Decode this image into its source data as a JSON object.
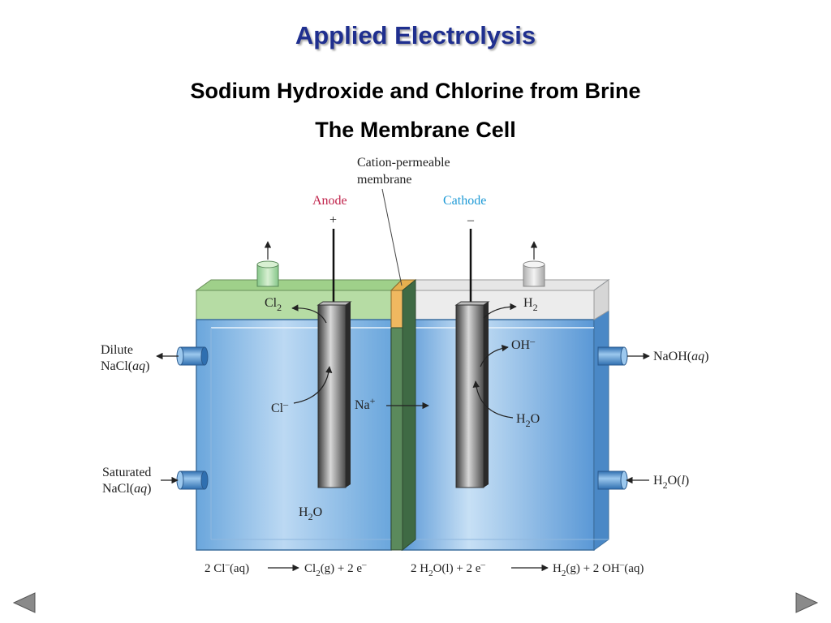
{
  "title": "Applied Electrolysis",
  "subtitle_1": "Sodium Hydroxide and Chlorine from Brine",
  "subtitle_2": "The Membrane Cell",
  "diagram": {
    "membrane_label_1": "Cation-permeable",
    "membrane_label_2": "membrane",
    "anode_label": "Anode",
    "cathode_label": "Cathode",
    "anode_sign": "+",
    "cathode_sign": "–",
    "cl2": "Cl",
    "cl2_sub": "2",
    "h2": "H",
    "h2_sub": "2",
    "oh": "OH",
    "oh_sup": "–",
    "cl_ion": "Cl",
    "cl_ion_sup": "–",
    "na_ion": "Na",
    "na_ion_sup": "+",
    "h2o_cathode": "H",
    "h2o_cathode_sub": "2",
    "h2o_cathode_end": "O",
    "h2o_anode": "H",
    "h2o_anode_sub": "2",
    "h2o_anode_end": "O",
    "dilute_1": "Dilute",
    "dilute_2": "NaCl(",
    "dilute_aq": "aq",
    "dilute_end": ")",
    "saturated_1": "Saturated",
    "saturated_2": "NaCl(",
    "saturated_aq": "aq",
    "saturated_end": ")",
    "naoh": "NaOH(",
    "naoh_aq": "aq",
    "naoh_end": ")",
    "h2o_in": "H",
    "h2o_in_sub": "2",
    "h2o_in_mid": "O(",
    "h2o_in_l": "l",
    "h2o_in_end": ")",
    "eq_anode_left": "2 Cl",
    "eq_anode_left_sup": "–",
    "eq_anode_left_aq": "(aq)",
    "eq_anode_right": "Cl",
    "eq_anode_right_sub": "2",
    "eq_anode_right_rest": "(g) + 2 e",
    "eq_anode_right_sup": "–",
    "eq_cathode_left": "2 H",
    "eq_cathode_left_sub": "2",
    "eq_cathode_left_rest": "O(l) + 2 e",
    "eq_cathode_left_sup": "–",
    "eq_cathode_right": "H",
    "eq_cathode_right_sub": "2",
    "eq_cathode_right_rest": "(g) + 2 OH",
    "eq_cathode_right_sup": "–",
    "eq_cathode_right_aq": "(aq)"
  },
  "nav": {
    "prev_icon": "triangle-left-icon",
    "next_icon": "triangle-right-icon",
    "arrow_color": "#8a8a8a"
  },
  "colors": {
    "title": "#1f2f8f",
    "anode_label": "#c0224a",
    "cathode_label": "#1e9ad6",
    "solution": "#5b9bd5",
    "anode_gas": "#b6dca4",
    "membrane": "#e6b04f"
  }
}
